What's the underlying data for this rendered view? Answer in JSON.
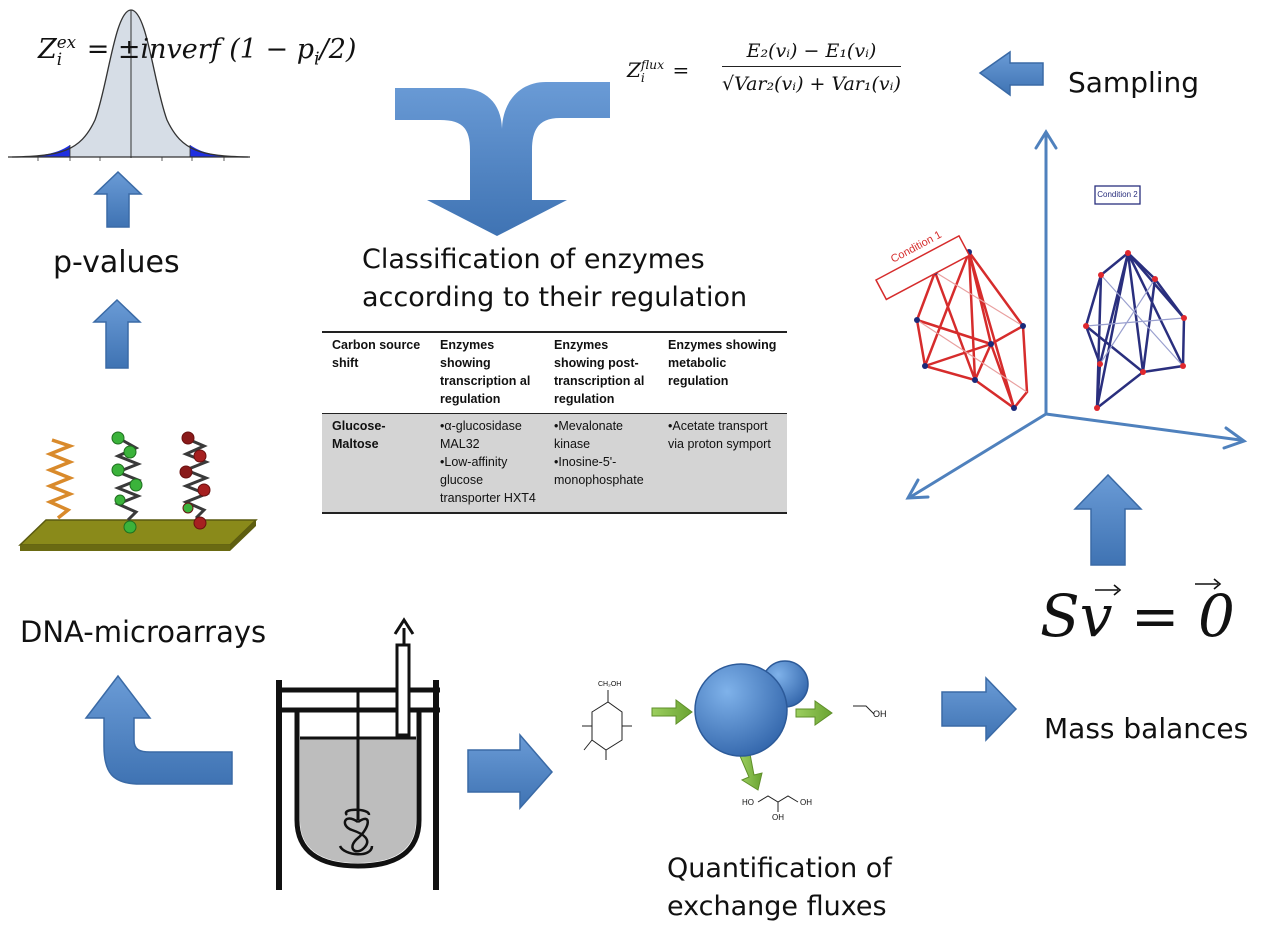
{
  "labels": {
    "p_values": "p-values",
    "classification": [
      "Classification of enzymes",
      "according to their regulation"
    ],
    "dna_microarrays": "DNA-microarrays",
    "sampling": "Sampling",
    "mass_balances": "Mass balances",
    "quantification": [
      "Quantification of",
      "exchange fluxes"
    ],
    "condition_1": "Condition 1",
    "condition_2": "Condition 2"
  },
  "equations": {
    "z_ex_lhs": "Z",
    "z_ex_sup": "ex",
    "z_ex_sub": "i",
    "z_ex_rhs": " = ±inverf (1 − p",
    "z_ex_rhs_sub": "i",
    "z_ex_rhs_end": "/2)",
    "z_flux_lhs": "Z",
    "z_flux_sup": "flux",
    "z_flux_sub": "i",
    "z_flux_eq": "=",
    "z_flux_num": "E₂(vᵢ) − E₁(vᵢ)",
    "z_flux_den": "√Var₂(vᵢ) + Var₁(vᵢ)",
    "mass_balance": "Sv = 0"
  },
  "molecules": {
    "glucose_top": "CH₂OH",
    "ethanol": "OH",
    "glycerol_left": "HO",
    "glycerol_right": "OH",
    "glycerol_bottom": "OH"
  },
  "table": {
    "headers": [
      "Carbon source shift",
      "Enzymes showing transcription al regulation",
      "Enzymes showing post-transcription al regulation",
      "Enzymes showing metabolic regulation"
    ],
    "rows": [
      {
        "shift": "Glucose-Maltose",
        "transcriptional": [
          "•α-glucosidase MAL32",
          "•Low-affinity glucose transporter HXT4"
        ],
        "post_transcriptional": [
          "•Mevalonate kinase",
          "•Inosine-5'-monophosphate"
        ],
        "metabolic": [
          "•Acetate transport via proton symport"
        ]
      }
    ]
  },
  "colors": {
    "arrow_blue": "#4f81bd",
    "arrow_blue_light": "#6a9bd6",
    "arrow_outline": "#3a6aa6",
    "cond1_red": "#d62c2c",
    "cond2_navy": "#2a2f7e",
    "axis_blue": "#4f81bd",
    "bell_fill": "#d6dde6",
    "tail_blue": "#1f2fe0",
    "cell_green": "#7fbf3f",
    "table_shade": "#d4d4d4"
  }
}
